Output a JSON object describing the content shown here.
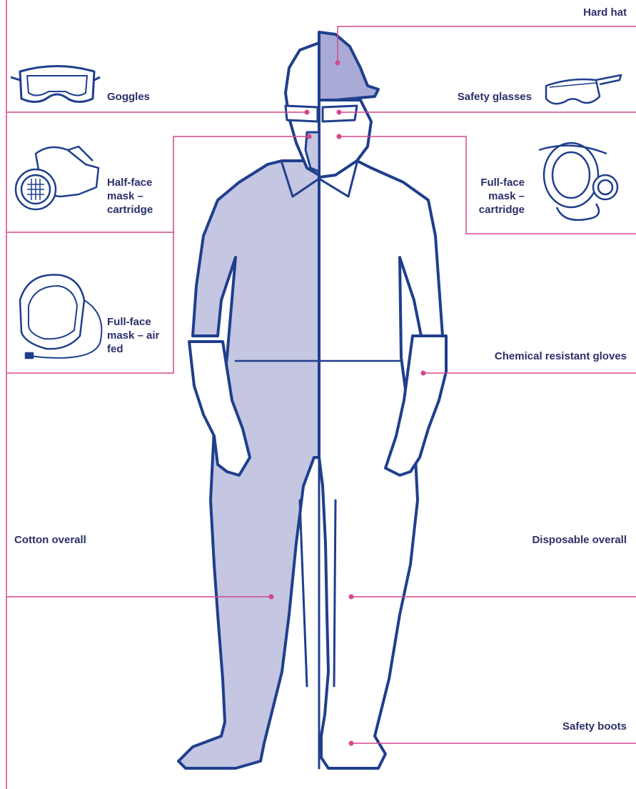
{
  "colors": {
    "leader": "#d6468b",
    "outline": "#1f3f8c",
    "cotton_fill": "#c4c6e2",
    "hat_fill": "#a9abd6",
    "text": "#2b2f6a"
  },
  "labels": {
    "hard_hat": "Hard hat",
    "goggles": "Goggles",
    "safety_glasses": "Safety glasses",
    "half_face_mask": "Half-face mask – cartridge",
    "full_face_mask_cartridge": "Full-face mask – cartridge",
    "full_face_mask_air": "Full-face mask – air fed",
    "chemical_gloves": "Chemical resistant gloves",
    "cotton_overall": "Cotton overall",
    "disposable_overall": "Disposable overall",
    "safety_boots": "Safety boots"
  },
  "icons": {
    "goggles": "goggles-icon",
    "safety_glasses": "safety-glasses-icon",
    "half_face_mask": "half-face-respirator-icon",
    "full_face_mask_cartridge": "full-face-respirator-icon",
    "full_face_mask_air": "air-fed-face-shield-icon"
  }
}
